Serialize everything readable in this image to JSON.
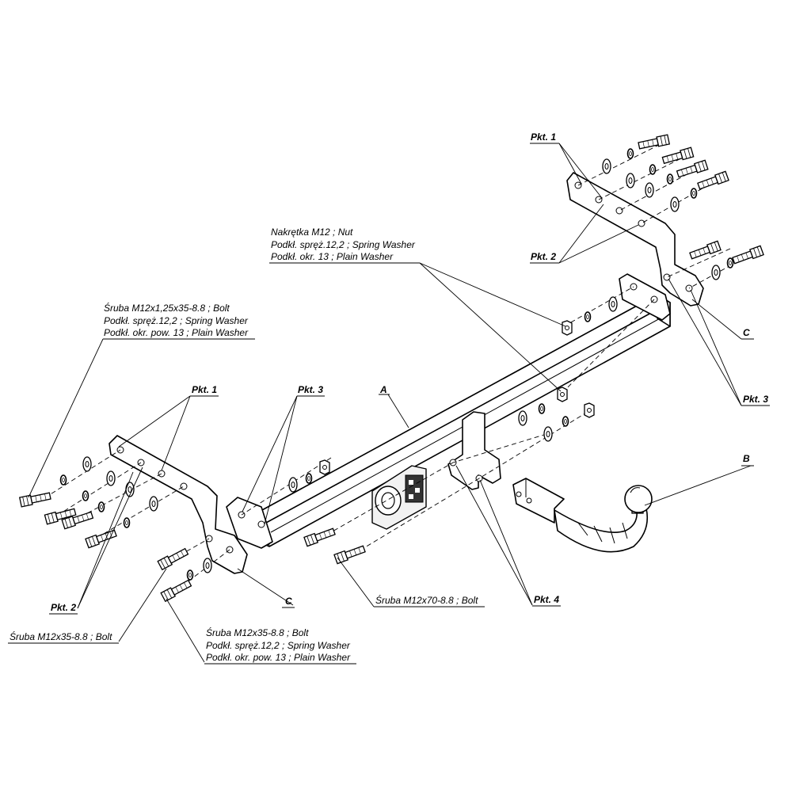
{
  "labels": {
    "pkt1_right": "Pkt. 1",
    "pkt2_right": "Pkt. 2",
    "nut_line1": "Nakrętka  M12 ; Nut",
    "nut_line2": "Podkł. spręż.12,2 ; Spring Washer",
    "nut_line3": "Podkł. okr. 13 ; Plain Washer",
    "c_right": "C",
    "pkt3_right": "Pkt. 3",
    "bolt_left_line1": "Śruba M12x1,25x35-8.8 ;  Bolt",
    "bolt_left_line2": "Podkł. spręż.12,2 ; Spring Washer",
    "bolt_left_line3": "Podkł. okr. pow. 13 ; Plain Washer",
    "pkt1_left": "Pkt. 1",
    "pkt3_left": "Pkt. 3",
    "part_a": "A",
    "part_b": "B",
    "pkt2_left": "Pkt. 2",
    "c_left": "C",
    "bolt_m12x70": "Śruba M12x70-8.8 ;  Bolt",
    "pkt4": "Pkt. 4",
    "bolt_m12x35_left": "Śruba M12x35-8.8 ;  Bolt",
    "bolt_m12x35_line1": "Śruba M12x35-8.8 ;  Bolt",
    "bolt_m12x35_line2": "Podkł. spręż.12,2 ; Spring Washer",
    "bolt_m12x35_line3": "Podkł. okr. pow. 13 ; Plain Washer"
  }
}
